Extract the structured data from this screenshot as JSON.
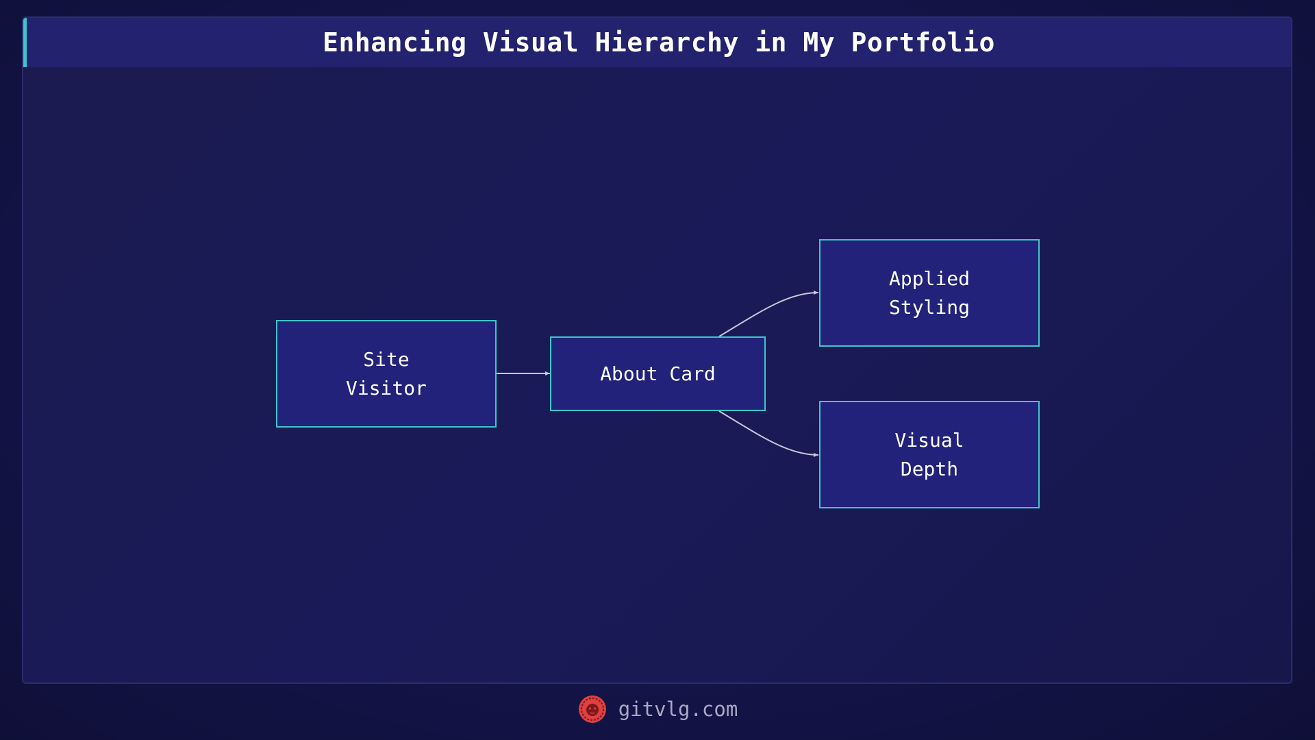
{
  "title": "Enhancing Visual Hierarchy in My Portfolio",
  "diagram": {
    "nodes": {
      "site_visitor": "Site\nVisitor",
      "about_card": "About Card",
      "applied_styling": "Applied\nStyling",
      "visual_depth": "Visual\nDepth"
    },
    "edges": [
      {
        "from": "Site Visitor",
        "to": "About Card"
      },
      {
        "from": "About Card",
        "to": "Applied Styling"
      },
      {
        "from": "About Card",
        "to": "Visual Depth"
      }
    ]
  },
  "footer": {
    "site": "gitvlg.com",
    "logo_icon": "lion-emblem-icon"
  },
  "colors": {
    "node_fill": "#22227a",
    "node_border": "#3ec6c9",
    "accent": "#3ec6c9",
    "edge": "#c8c8dc",
    "logo": "#e0403f"
  }
}
